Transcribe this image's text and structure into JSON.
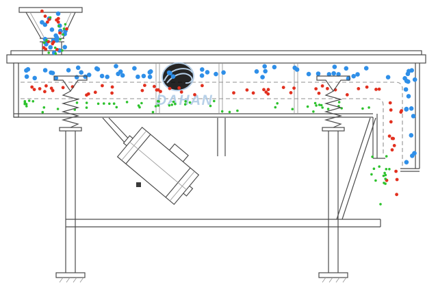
{
  "diagram": {
    "subject": "linear vibrating screen side-section diagram",
    "watermark": {
      "text": "DAHAN"
    },
    "colors": {
      "line": "#4a4a4a",
      "thin": "#9a9a9a",
      "dash": "#8f8f8f",
      "fill": "#ffffff",
      "bg": "#ffffff",
      "blue": "#2f8fe8",
      "red": "#e2301f",
      "green": "#2dc22d",
      "watermark": "#abc8e4"
    },
    "particles": {
      "groups": [
        {
          "name": "inlet-blue",
          "color": "blue",
          "r": 3.3,
          "count": 20,
          "seed": 11,
          "y": [
            14,
            88
          ],
          "x_top": [
            57,
            111
          ],
          "x_bottom": [
            64,
            90
          ]
        },
        {
          "name": "inlet-red",
          "color": "red",
          "r": 2.4,
          "count": 15,
          "seed": 22,
          "y": [
            16,
            88
          ],
          "x_top": [
            59,
            109
          ],
          "x_bottom": [
            65,
            89
          ]
        },
        {
          "name": "inlet-green",
          "color": "green",
          "r": 1.8,
          "count": 12,
          "seed": 33,
          "y": [
            20,
            88
          ],
          "x_top": [
            61,
            107
          ],
          "x_bottom": [
            66,
            88
          ]
        },
        {
          "name": "deck-top-blue",
          "color": "blue",
          "r": 3.3,
          "count": 58,
          "seed": 44,
          "x": [
            34,
            602
          ],
          "y": [
            96,
            115
          ]
        },
        {
          "name": "deck-mid-red",
          "color": "red",
          "r": 2.4,
          "count": 46,
          "seed": 55,
          "x": [
            34,
            556
          ],
          "y": [
            124,
            140
          ]
        },
        {
          "name": "deck-bottom-green",
          "color": "green",
          "r": 1.8,
          "count": 56,
          "seed": 66,
          "x": [
            34,
            540
          ],
          "y": [
            147,
            164
          ]
        },
        {
          "name": "discharge-blue",
          "color": "blue",
          "r": 3.3,
          "count": 14,
          "seed": 77,
          "x": [
            593,
            609
          ],
          "y": [
            100,
            240
          ]
        },
        {
          "name": "discharge-red",
          "color": "red",
          "r": 2.4,
          "count": 14,
          "seed": 88,
          "x": [
            565,
            587
          ],
          "y": [
            148,
            284
          ]
        },
        {
          "name": "discharge-green",
          "color": "green",
          "r": 1.8,
          "count": 15,
          "seed": 99,
          "x": [
            541,
            570
          ],
          "y": [
            228,
            300
          ]
        }
      ]
    }
  }
}
